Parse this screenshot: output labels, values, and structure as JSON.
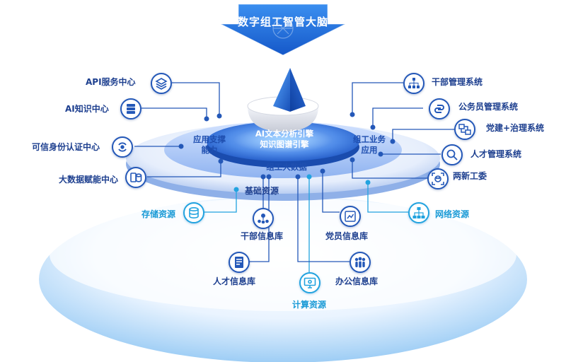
{
  "banner": {
    "title": "数字组工智管大脑"
  },
  "center": {
    "ai_line1": "AI文本分析引擎",
    "ai_line2": "知识图谱引擎",
    "left_ring": "应用支撑能力",
    "right_ring": "组工业务应用",
    "bottom_ring": "组工大数据",
    "base": "基础资源"
  },
  "left_items": [
    {
      "label": "API服务中心",
      "icon": "layers-icon"
    },
    {
      "label": "AI知识中心",
      "icon": "server-icon"
    },
    {
      "label": "可信身份认证中心",
      "icon": "sync-icon"
    },
    {
      "label": "大数据赋能中心",
      "icon": "database-icon"
    }
  ],
  "right_items": [
    {
      "label": "干部管理系统",
      "icon": "org-chart-icon"
    },
    {
      "label": "公务员管理系统",
      "icon": "link-icon"
    },
    {
      "label": "党建+治理系统",
      "icon": "workflow-icon"
    },
    {
      "label": "人才管理系统",
      "icon": "search-icon"
    },
    {
      "label": "两新工委",
      "icon": "face-scan-icon"
    }
  ],
  "bottom_items": [
    {
      "label": "存储资源",
      "icon": "storage-icon"
    },
    {
      "label": "干部信息库",
      "icon": "people-network-icon"
    },
    {
      "label": "人才信息库",
      "icon": "document-icon"
    },
    {
      "label": "计算资源",
      "icon": "monitor-icon"
    },
    {
      "label": "办公信息库",
      "icon": "group-icon"
    },
    {
      "label": "党员信息库",
      "icon": "file-chart-icon"
    },
    {
      "label": "网络资源",
      "icon": "network-icon"
    }
  ],
  "colors": {
    "dark": "#2458b8",
    "cyan": "#22a3df",
    "banner": "#1e6fd8"
  }
}
